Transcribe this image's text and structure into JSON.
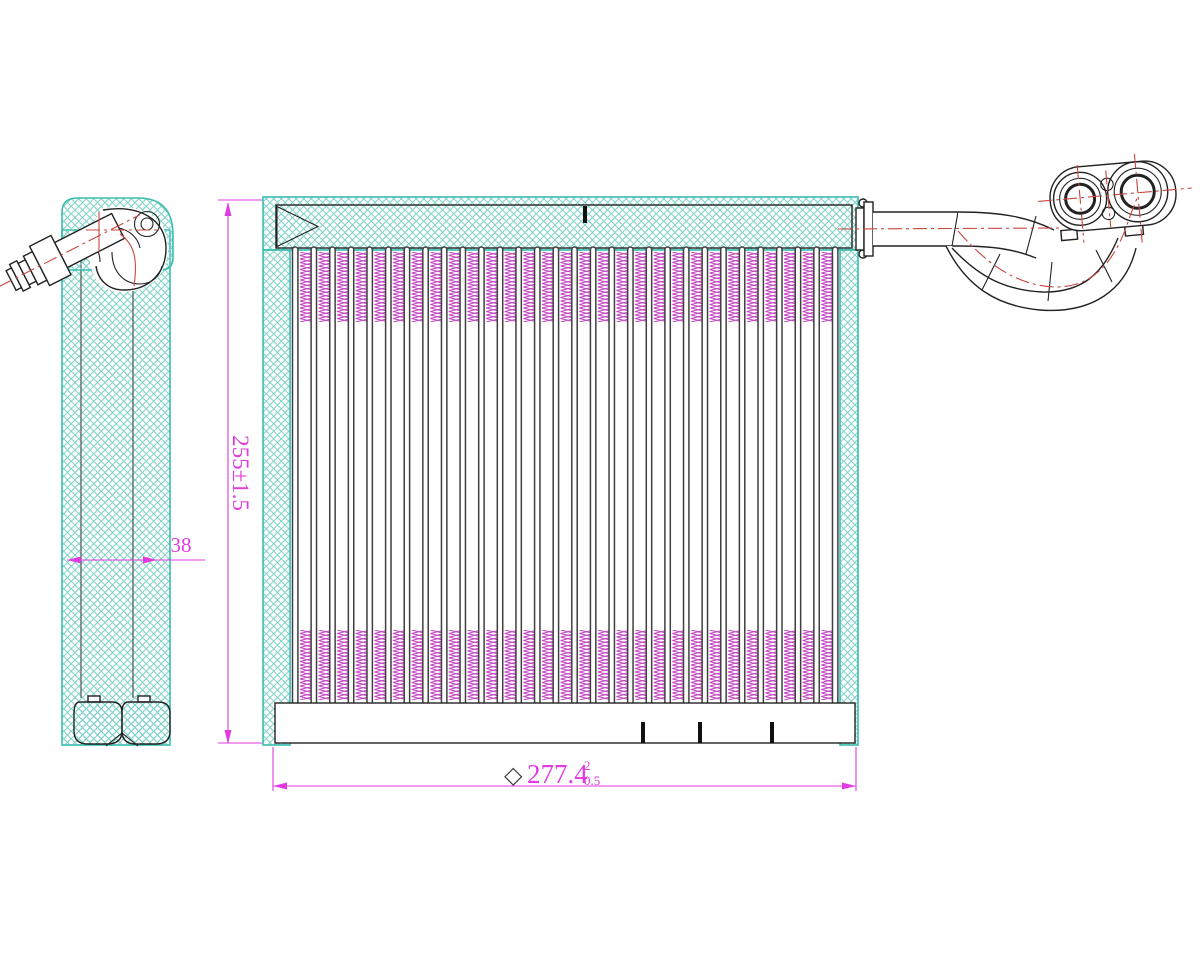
{
  "drawing": {
    "dimensions": {
      "height_label": "255±1.5",
      "depth_label": "38",
      "width_prefix": "◇",
      "width_value": "277.4",
      "width_tol_upper": "2",
      "width_tol_lower": "0.5"
    },
    "front_view": {
      "tube_count": 30,
      "bottom_tick_x": [
        643,
        700,
        772
      ]
    },
    "colors": {
      "outline": "#3abcb0",
      "hatch": "#7ed2c9",
      "fins": "#c445c4",
      "dimension": "#e03ae0",
      "centerline": "#c8473f",
      "linework": "#222222"
    }
  }
}
